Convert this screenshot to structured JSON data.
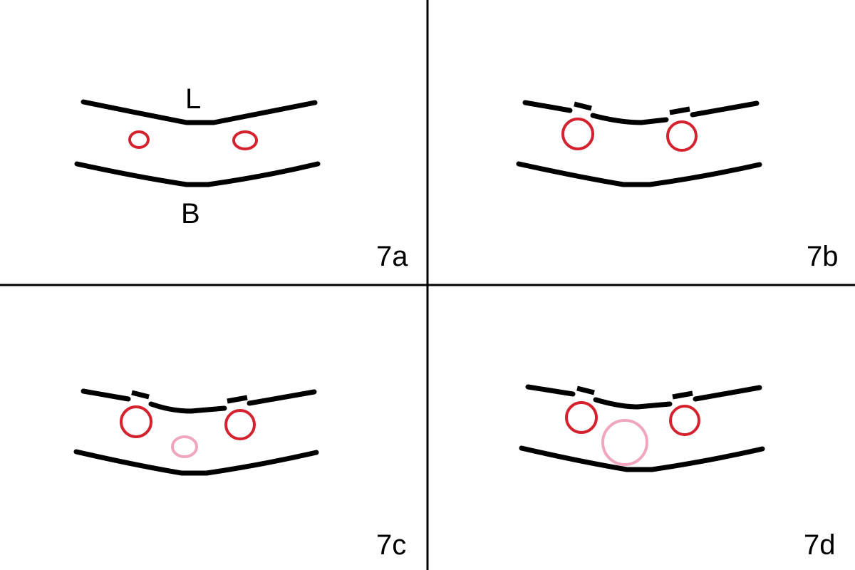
{
  "panels": [
    {
      "label": "7a",
      "top_label": "L",
      "bottom_label": "B"
    },
    {
      "label": "7b"
    },
    {
      "label": "7c"
    },
    {
      "label": "7d"
    }
  ],
  "colors": {
    "line": "#000000",
    "red_ring": "#d4222e",
    "pink_ring": "#f0a7be"
  }
}
